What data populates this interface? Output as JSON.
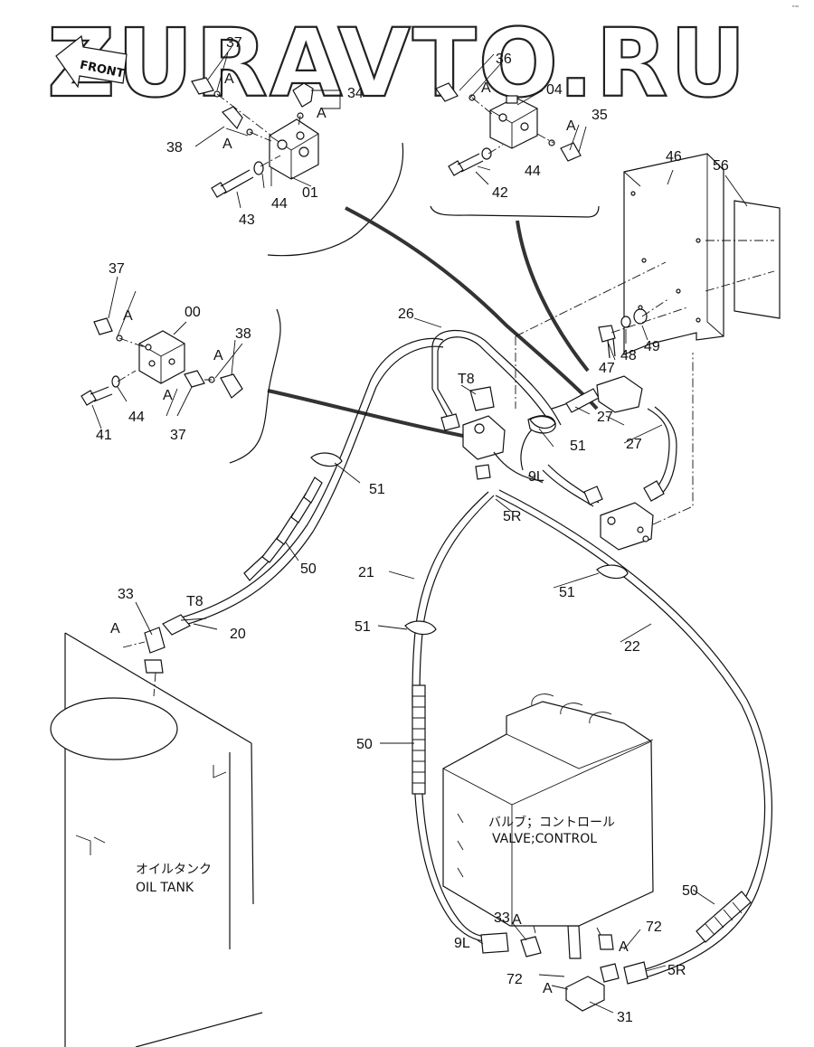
{
  "watermark": "ZURAVTO.RU",
  "corner_mark": "ᵐᵐ",
  "front_badge": "FRONT",
  "valve_caption": {
    "jp": "バルブ；コントロール",
    "en": "VALVE;CONTROL"
  },
  "tank_caption": {
    "jp": "オイルタンク",
    "en": "OIL TANK"
  },
  "callouts": {
    "c37a": "37",
    "cA1": "A",
    "c34": "34",
    "cA2": "A",
    "c38a": "38",
    "cA3": "A",
    "c43": "43",
    "c44a": "44",
    "c01": "01",
    "c36": "36",
    "cA4": "A",
    "c04": "04",
    "c35": "35",
    "cA5": "A",
    "c44b": "44",
    "c42": "42",
    "c46": "46",
    "c56": "56",
    "c47": "47",
    "c48": "48",
    "c49": "49",
    "c37b": "37",
    "cA6": "A",
    "c00": "00",
    "c38b": "38",
    "cA7": "A",
    "cA8": "A",
    "c41": "41",
    "c44c": "44",
    "c37c": "37",
    "c26": "26",
    "cT8a": "T8",
    "c27a": "27",
    "c27b": "27",
    "c51a": "51",
    "c9La": "9L",
    "c5Ra": "5R",
    "c51b": "51",
    "c50a": "50",
    "c33a": "33",
    "cA9": "A",
    "cT8b": "T8",
    "c20": "20",
    "c21": "21",
    "c51c": "51",
    "c51d": "51",
    "c22": "22",
    "c50b": "50",
    "c50c": "50",
    "c33b": "33",
    "cA10": "A",
    "c9Lb": "9L",
    "c72a": "72",
    "cA11": "A",
    "c72b": "72",
    "cA12": "A",
    "c5Rb": "5R",
    "c31": "31"
  }
}
